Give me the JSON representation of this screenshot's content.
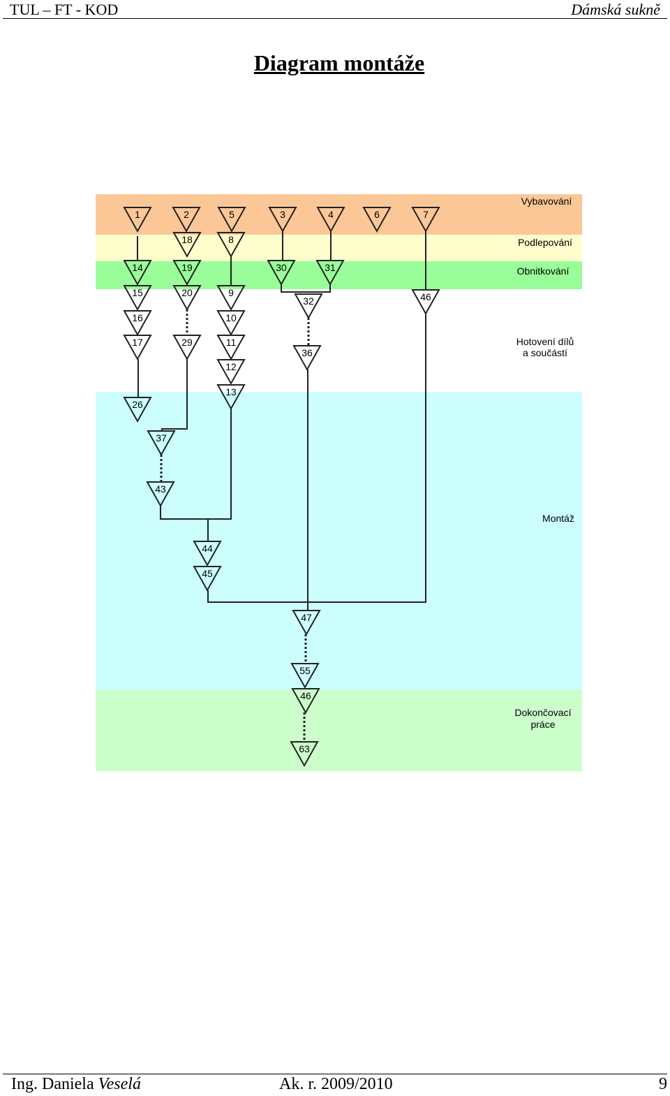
{
  "header": {
    "left": "TUL – FT - KOD",
    "right": "Dámská sukně"
  },
  "title": "Diagram montáže",
  "bands": [
    {
      "id": "vybavovani",
      "label": [
        "Vybavování"
      ],
      "color": "#fbc797"
    },
    {
      "id": "podlepovani",
      "label": [
        "Podlepování"
      ],
      "color": "#fefdcc"
    },
    {
      "id": "obnitkovani",
      "label": [
        "Obnitkování"
      ],
      "color": "#99fe99"
    },
    {
      "id": "hotoveni",
      "label": [
        "Hotovení dílů",
        "a součástí"
      ],
      "color": "#ffffff"
    },
    {
      "id": "montaz",
      "label": [
        "Montáž"
      ],
      "color": "#ccfefe"
    },
    {
      "id": "dokoncovaci",
      "label": [
        "Dokončovací",
        "práce"
      ],
      "color": "#ccfecc"
    }
  ],
  "nodes": [
    {
      "id": "n1",
      "label": "1"
    },
    {
      "id": "n2",
      "label": "2"
    },
    {
      "id": "n5",
      "label": "5"
    },
    {
      "id": "n3",
      "label": "3"
    },
    {
      "id": "n4",
      "label": "4"
    },
    {
      "id": "n6",
      "label": "6"
    },
    {
      "id": "n7",
      "label": "7"
    },
    {
      "id": "n18",
      "label": "18"
    },
    {
      "id": "n8",
      "label": "8"
    },
    {
      "id": "n14",
      "label": "14"
    },
    {
      "id": "n19",
      "label": "19"
    },
    {
      "id": "n30",
      "label": "30"
    },
    {
      "id": "n31",
      "label": "31"
    },
    {
      "id": "n15",
      "label": "15"
    },
    {
      "id": "n20",
      "label": "20"
    },
    {
      "id": "n9",
      "label": "9"
    },
    {
      "id": "n32",
      "label": "32"
    },
    {
      "id": "n46a",
      "label": "46"
    },
    {
      "id": "n16",
      "label": "16"
    },
    {
      "id": "n10",
      "label": "10"
    },
    {
      "id": "n17",
      "label": "17"
    },
    {
      "id": "n29",
      "label": "29"
    },
    {
      "id": "n11",
      "label": "11"
    },
    {
      "id": "n36",
      "label": "36"
    },
    {
      "id": "n12",
      "label": "12"
    },
    {
      "id": "n13",
      "label": "13"
    },
    {
      "id": "n26",
      "label": "26"
    },
    {
      "id": "n37",
      "label": "37"
    },
    {
      "id": "n43",
      "label": "43"
    },
    {
      "id": "n44",
      "label": "44"
    },
    {
      "id": "n45",
      "label": "45"
    },
    {
      "id": "n47",
      "label": "47"
    },
    {
      "id": "n55",
      "label": "55"
    },
    {
      "id": "n46b",
      "label": "46"
    },
    {
      "id": "n63",
      "label": "63"
    }
  ],
  "footer": {
    "author_name": "Ing. Daniela ",
    "author_surname": "Veselá",
    "year": "Ak. r. 2009/2010",
    "page": "9"
  }
}
